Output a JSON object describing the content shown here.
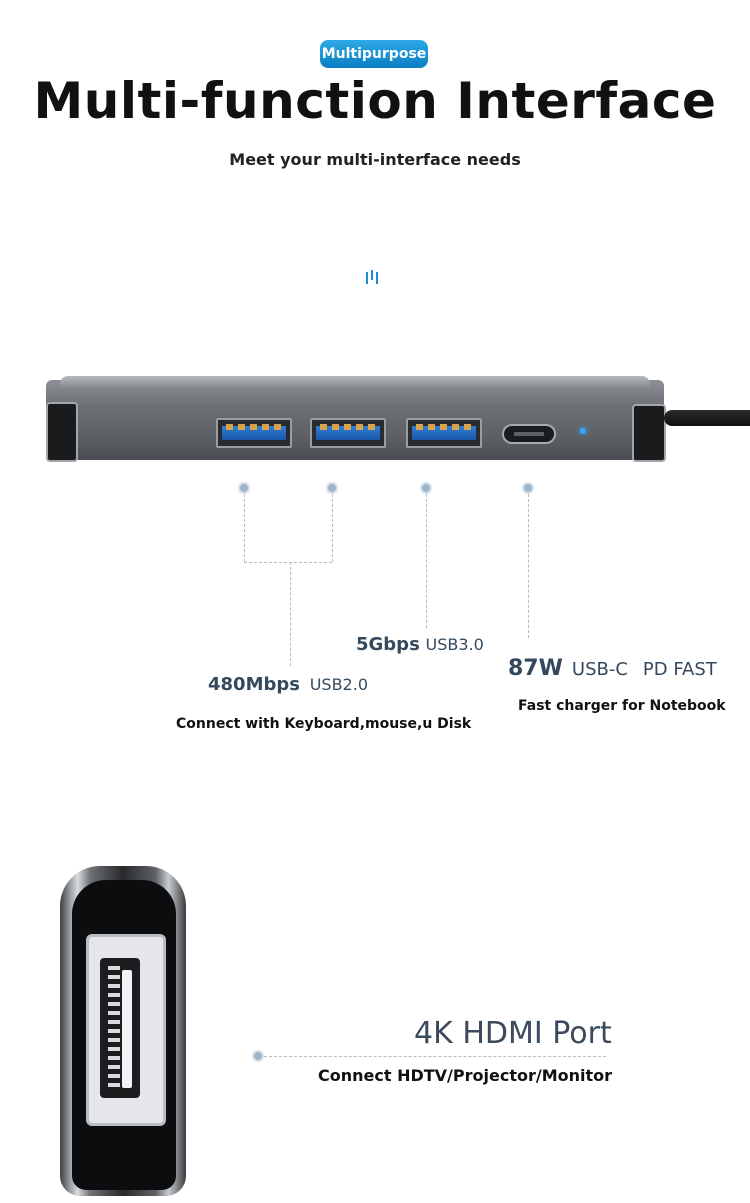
{
  "header": {
    "badge": "Multipurpose",
    "title": "Multi-function Interface",
    "subtitle": "Meet your multi-interface needs"
  },
  "ports": {
    "usb2": {
      "speed": "480Mbps",
      "type": "USB2.0"
    },
    "usb3": {
      "speed": "5Gbps",
      "type": "USB3.0"
    },
    "usbc": {
      "power": "87W",
      "type": "USB-C",
      "mode": "PD FAST"
    },
    "usb_desc": "Connect with Keyboard,mouse,u Disk",
    "usbc_desc": "Fast charger for Notebook"
  },
  "hdmi": {
    "res": "4K",
    "label": "HDMI Port",
    "desc": "Connect HDTV/Projector/Monitor"
  },
  "colors": {
    "accent": "#1a8fd6",
    "text_dark": "#111111",
    "spec_text": "#34495e"
  }
}
